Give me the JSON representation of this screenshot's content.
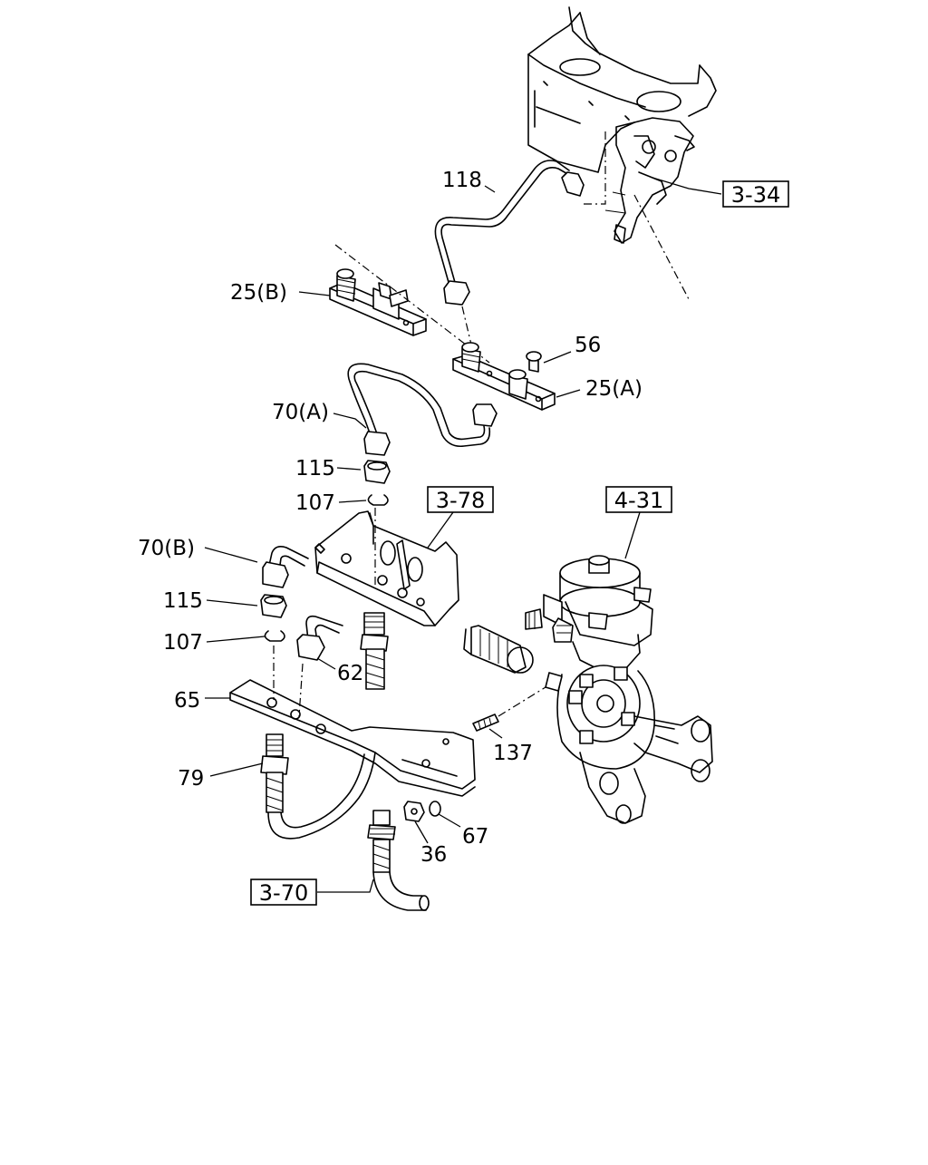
{
  "diagram": {
    "callouts": [
      {
        "id": "118",
        "text": "118"
      },
      {
        "id": "25b",
        "text": "25(B)"
      },
      {
        "id": "56",
        "text": "56"
      },
      {
        "id": "25a",
        "text": "25(A)"
      },
      {
        "id": "70a",
        "text": "70(A)"
      },
      {
        "id": "115a",
        "text": "115"
      },
      {
        "id": "107a",
        "text": "107"
      },
      {
        "id": "70b",
        "text": "70(B)"
      },
      {
        "id": "115b",
        "text": "115"
      },
      {
        "id": "107b",
        "text": "107"
      },
      {
        "id": "62",
        "text": "62"
      },
      {
        "id": "65",
        "text": "65"
      },
      {
        "id": "137",
        "text": "137"
      },
      {
        "id": "79",
        "text": "79"
      },
      {
        "id": "36",
        "text": "36"
      },
      {
        "id": "67",
        "text": "67"
      }
    ],
    "references": [
      {
        "id": "r334",
        "text": "3-34"
      },
      {
        "id": "r378",
        "text": "3-78"
      },
      {
        "id": "r431",
        "text": "4-31"
      },
      {
        "id": "r370",
        "text": "3-70"
      }
    ]
  }
}
